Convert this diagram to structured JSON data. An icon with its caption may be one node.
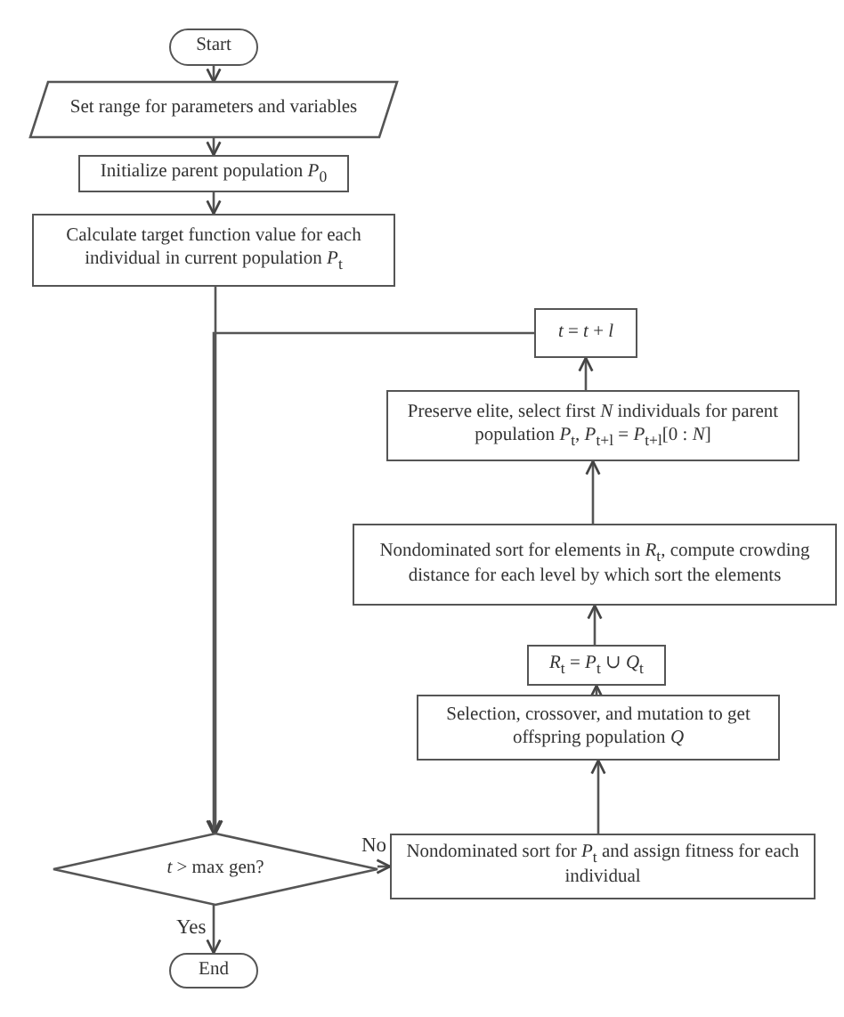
{
  "diagram": {
    "nodes": [
      {
        "text": [
          "Start"
        ]
      },
      {
        "text": [
          "Set range for parameters and variables"
        ]
      },
      {
        "text": [
          "Initialize parent population *P*$_{0}$"
        ]
      },
      {
        "text": [
          "Calculate target function value for each individual in current population *P*$_{t}$"
        ]
      },
      {
        "text": [
          "*t* = *t* + *l*"
        ]
      },
      {
        "text": [
          "Preserve elite, select first *N* individuals for parent population *P*$_{t}$, *P*$_{t+l}$ = *P*$_{t+l}$[0 : *N*]"
        ]
      },
      {
        "text": [
          "Nondominated sort for elements in *R*$_{t}$, compute crowding distance for each level by which sort the elements"
        ]
      },
      {
        "text": [
          "*R*$_{t}$ = *P*$_{t}$ ∪ *Q*$_{t}$"
        ]
      },
      {
        "text": [
          "Selection, crossover, and mutation to get offspring population *Q*"
        ]
      },
      {
        "text": [
          "*t* > max gen?"
        ]
      },
      {
        "text": [
          "Nondominated sort for *P*$_{t}$ and assign fitness for each individual"
        ]
      },
      {
        "text": [
          "End"
        ]
      }
    ],
    "edges": [
      {
        "from": 0,
        "to": 1,
        "arrow": "to"
      },
      {
        "from": 1,
        "to": 2,
        "arrow": "to"
      },
      {
        "from": 2,
        "to": 3,
        "arrow": "to"
      },
      {
        "from": 3,
        "to": 9,
        "arrow": "to"
      },
      {
        "from": 9,
        "to": 10,
        "arrow": "to",
        "label": "No"
      },
      {
        "from": 10,
        "to": 8,
        "arrow": "to"
      },
      {
        "from": 8,
        "to": 7,
        "arrow": "to"
      },
      {
        "from": 7,
        "to": 6,
        "arrow": "to"
      },
      {
        "from": 6,
        "to": 5,
        "arrow": "to"
      },
      {
        "from": 5,
        "to": 4,
        "arrow": "to"
      },
      {
        "from": 4,
        "to": 9,
        "arrow": "to"
      },
      {
        "from": 9,
        "to": 11,
        "arrow": "to",
        "label": "Yes"
      }
    ]
  }
}
